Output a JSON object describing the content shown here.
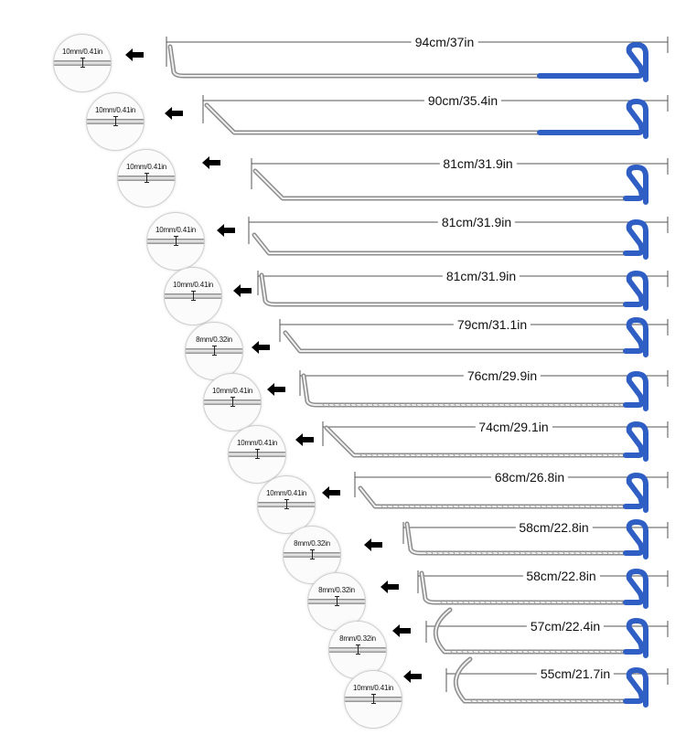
{
  "tools": [
    {
      "length": "94cm/37in",
      "diameter": "10mm/0.41in"
    },
    {
      "length": "90cm/35.4in",
      "diameter": "10mm/0.41in"
    },
    {
      "length": "81cm/31.9in",
      "diameter": "10mm/0.41in"
    },
    {
      "length": "81cm/31.9in",
      "diameter": "10mm/0.41in"
    },
    {
      "length": "81cm/31.9in",
      "diameter": "10mm/0.41in"
    },
    {
      "length": "79cm/31.1in",
      "diameter": "8mm/0.32in"
    },
    {
      "length": "76cm/29.9in",
      "diameter": "10mm/0.41in"
    },
    {
      "length": "74cm/29.1in",
      "diameter": "10mm/0.41in"
    },
    {
      "length": "68cm/26.8in",
      "diameter": "10mm/0.41in"
    },
    {
      "length": "58cm/22.8in",
      "diameter": "8mm/0.32in"
    },
    {
      "length": "58cm/22.8in",
      "diameter": "8mm/0.32in"
    },
    {
      "length": "57cm/22.4in",
      "diameter": "8mm/0.32in"
    },
    {
      "length": "55cm/21.7in",
      "diameter": "10mm/0.41in"
    }
  ],
  "colors": {
    "handle": "#2f5fc4",
    "rod": "#b9b9b9",
    "dimension_line": "#555555"
  },
  "icons": {
    "pointer": "arrow-left-icon"
  }
}
